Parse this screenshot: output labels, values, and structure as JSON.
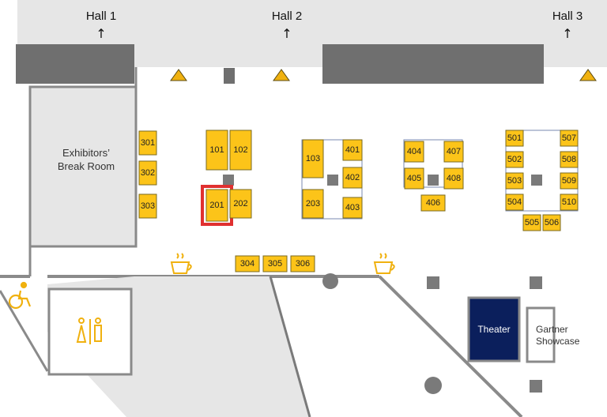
{
  "halls": [
    {
      "label": "Hall 1",
      "arrow": "↑"
    },
    {
      "label": "Hall 2",
      "arrow": "↑"
    },
    {
      "label": "Hall 3",
      "arrow": "↑"
    }
  ],
  "rooms": {
    "break_room_line1": "Exhibitors’",
    "break_room_line2": "Break Room",
    "theater": "Theater",
    "showcase_line1": "Gartner",
    "showcase_line2": "Showcase"
  },
  "booths": [
    "301",
    "302",
    "303",
    "101",
    "102",
    "201",
    "202",
    "103",
    "401",
    "402",
    "203",
    "403",
    "404",
    "407",
    "405",
    "408",
    "406",
    "501",
    "507",
    "502",
    "508",
    "503",
    "509",
    "504",
    "510",
    "505",
    "506",
    "304",
    "305",
    "306"
  ],
  "highlighted_booth": "201",
  "icons": [
    "coffee-icon",
    "coffee-icon",
    "restroom-icon",
    "wheelchair-icon",
    "warning-triangle-icon"
  ],
  "colors": {
    "booth": "#fcc419",
    "highlight": "#e03030",
    "theater": "#0b1f5c",
    "wall": "#e6e6e6",
    "block": "#6f6f6f"
  }
}
